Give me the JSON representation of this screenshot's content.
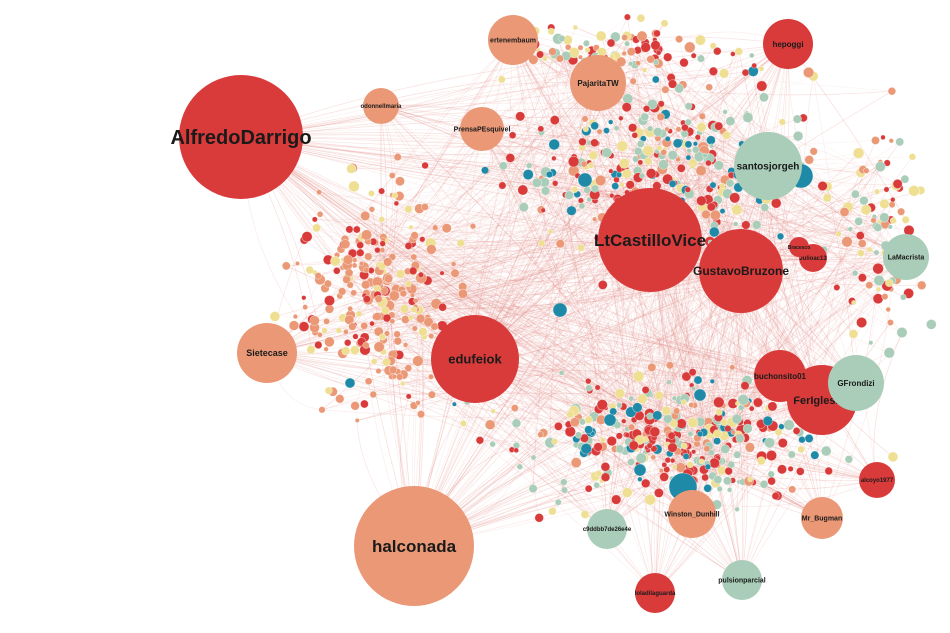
{
  "colors": {
    "background": "#ffffff",
    "edge": "#e28a84",
    "red": "#d93b3b",
    "salmon": "#ea9876",
    "mint": "#a9cdb8",
    "teal": "#1f8aa8",
    "yellow": "#efdf93"
  },
  "labels": {
    "alfredodarrigo": "AlfredoDarrigo",
    "halconada": "halconada",
    "edufeiok": "edufeiok",
    "sietecase": "Sietecase",
    "ltcastillovice": "LtCastilloVice",
    "gustavobruzone": "GustavoBruzone",
    "santosjorgeh": "santosjorgeh",
    "ferlglesias": "FerIglesias",
    "gfrondizi": "GFrondizi",
    "buchonsito01": "buchonsito01",
    "lamacrista": "LaMacrista",
    "hepoggi": "hepoggi",
    "ertenembaum": "ertenembaum",
    "pajaritatw": "PajaritaTW",
    "prensapesquivel": "PrensaPEsquivel",
    "odonnellmaria": "odonnellmaria",
    "winston_dunhill": "Winston_Dunhill",
    "mr_bugman": "Mr_Bugman",
    "alcoyo1977": "alcoyo1977",
    "pulsionparcial": "pulsionparcial",
    "c9ddbb7de26e": "c9ddbb7de26e4e",
    "loiadilaguarda": "loladilaguarda",
    "julioac13": "Julioac13",
    "bracesco": "Bracesco"
  },
  "nodes": [
    {
      "id": "alfredodarrigo",
      "color": "red"
    },
    {
      "id": "halconada",
      "color": "salmon"
    },
    {
      "id": "edufeiok",
      "color": "red"
    },
    {
      "id": "sietecase",
      "color": "salmon"
    },
    {
      "id": "ltcastillovice",
      "color": "red"
    },
    {
      "id": "gustavobruzone",
      "color": "red"
    },
    {
      "id": "santosjorgeh",
      "color": "mint"
    },
    {
      "id": "ferlglesias",
      "color": "red"
    },
    {
      "id": "gfrondizi",
      "color": "mint"
    },
    {
      "id": "buchonsito01",
      "color": "red"
    },
    {
      "id": "lamacrista",
      "color": "mint"
    },
    {
      "id": "hepoggi",
      "color": "red"
    },
    {
      "id": "ertenembaum",
      "color": "salmon"
    },
    {
      "id": "pajaritatw",
      "color": "salmon"
    },
    {
      "id": "prensapesquivel",
      "color": "salmon"
    },
    {
      "id": "odonnellmaria",
      "color": "salmon"
    },
    {
      "id": "winston_dunhill",
      "color": "salmon"
    },
    {
      "id": "mr_bugman",
      "color": "salmon"
    },
    {
      "id": "alcoyo1977",
      "color": "red"
    },
    {
      "id": "pulsionparcial",
      "color": "mint"
    },
    {
      "id": "c9ddbb7de26e",
      "color": "mint"
    },
    {
      "id": "loiadilaguarda",
      "color": "red"
    },
    {
      "id": "julioac13",
      "color": "red"
    },
    {
      "id": "bracesco",
      "color": "red"
    }
  ]
}
